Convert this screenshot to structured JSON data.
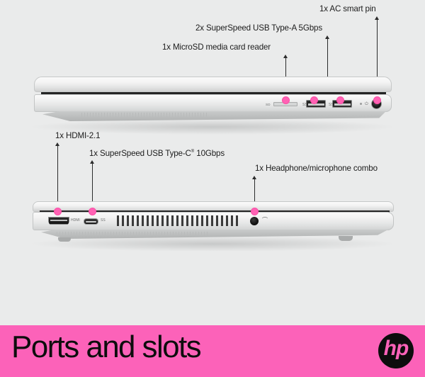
{
  "page": {
    "background_color": "#eaebeb",
    "accent_color": "#fc62b9",
    "text_color": "#1c1c1c"
  },
  "callouts": {
    "top_view": [
      {
        "id": "microsd",
        "label": "1x MicroSD media card reader"
      },
      {
        "id": "usb_a",
        "label": "2x SuperSpeed USB Type-A 5Gbps"
      },
      {
        "id": "ac_pin",
        "label": "1x AC smart pin"
      }
    ],
    "bottom_view": [
      {
        "id": "hdmi",
        "label": "1x HDMI-2.1"
      },
      {
        "id": "usb_c",
        "label_pre": "1x  SuperSpeed USB Type-C",
        "label_sup": "®",
        "label_post": " 10Gbps"
      },
      {
        "id": "headphone",
        "label": "1x Headphone/microphone combo"
      }
    ]
  },
  "ports": {
    "sd_marking": "SD",
    "usb_a_marking": "SS",
    "usb_c_marking": "SS",
    "ac_marking": "power-symbol",
    "headphone_marking": "headphone-symbol"
  },
  "footer": {
    "title": "Ports and slots",
    "logo_text": "hp",
    "logo_name": "hp-logo"
  }
}
